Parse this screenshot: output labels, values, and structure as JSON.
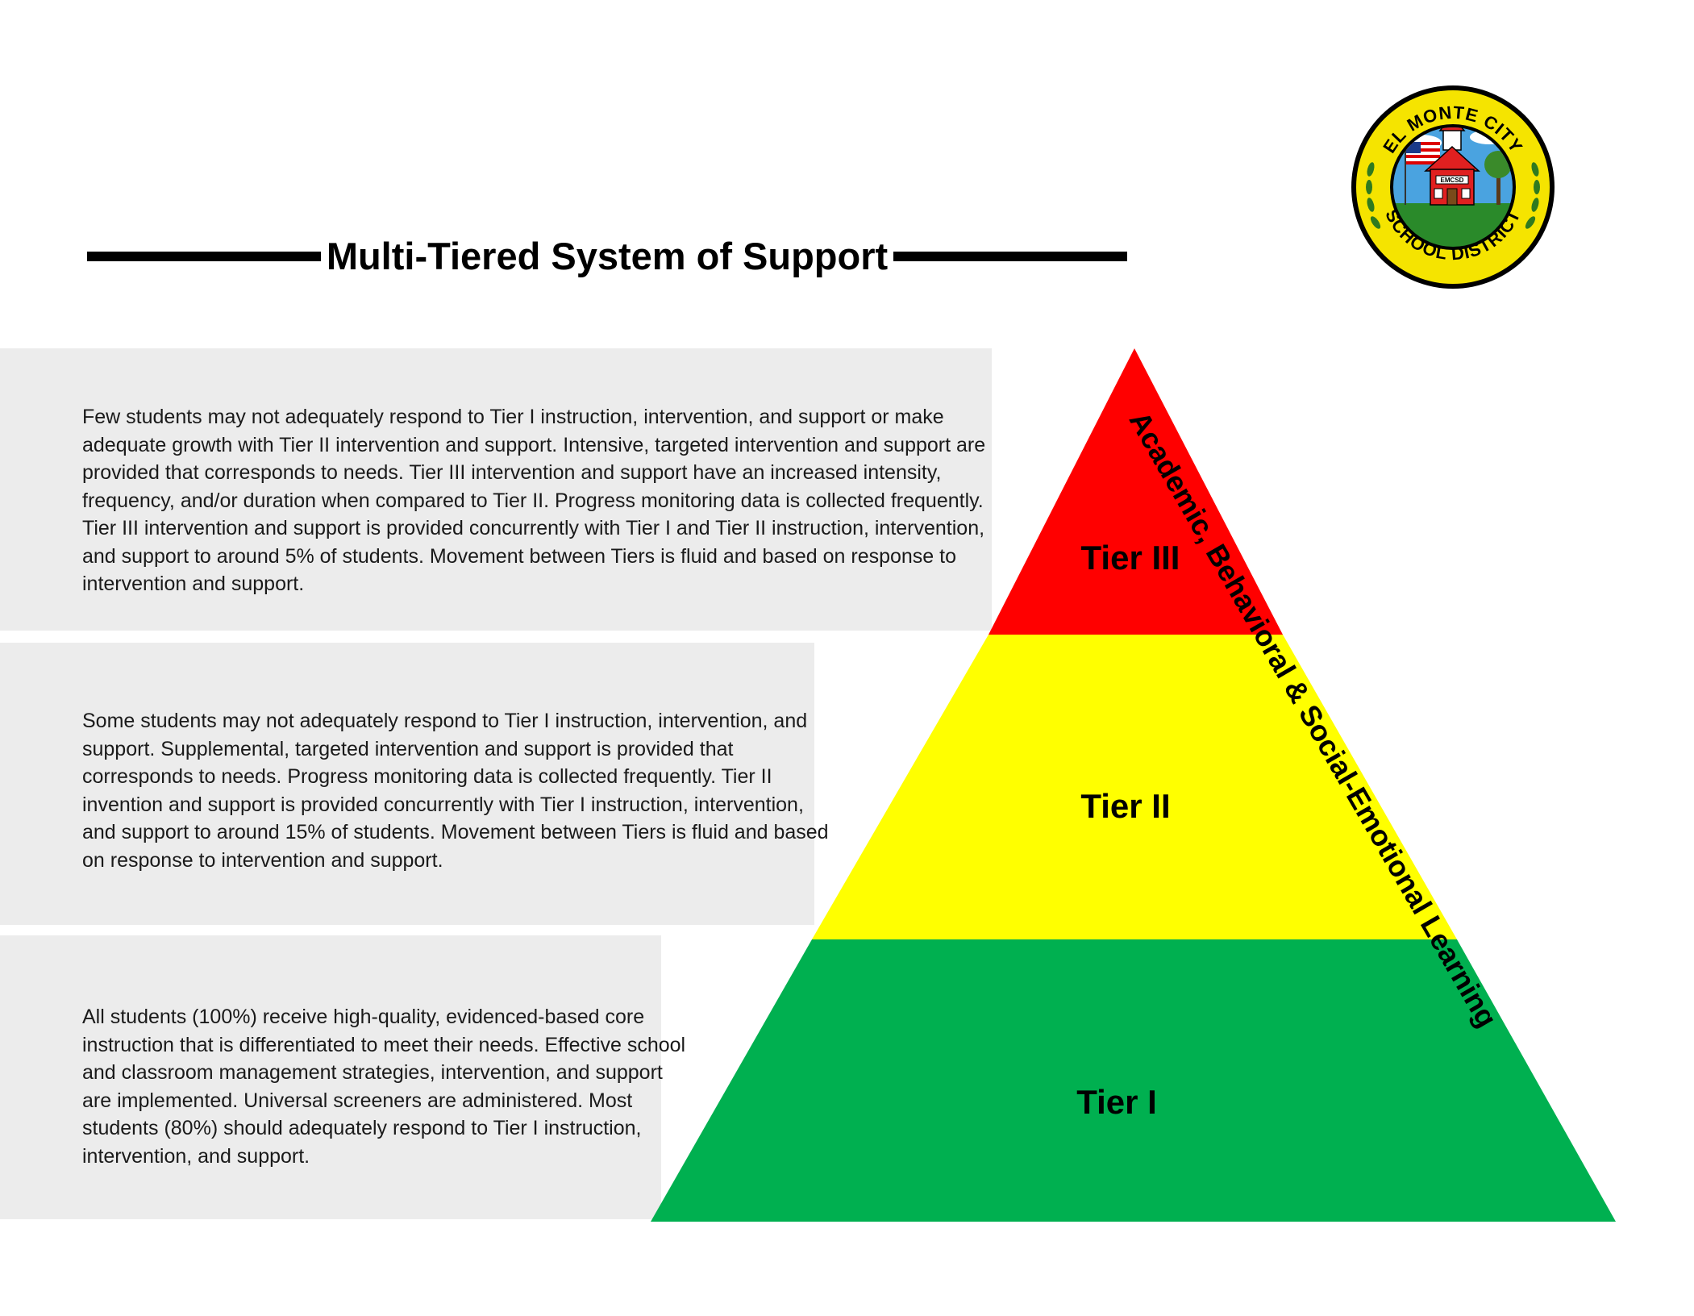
{
  "title": "Multi-Tiered System of Support",
  "side_label": "Academic, Behavioral & Social-Emotional Learning",
  "seal": {
    "top_text": "EL MONTE CITY",
    "bottom_text": "SCHOOL DISTRICT",
    "building_sign": "EMCSD",
    "icon": "school-district-seal-icon"
  },
  "tiers": [
    {
      "label": "Tier III",
      "color": "#ff0000",
      "description": "Few students may not adequately respond to Tier I instruction, intervention, and support or make adequate growth with Tier II intervention and support. Intensive, targeted intervention and support are provided that corresponds to needs. Tier III intervention and support have an increased intensity, frequency, and/or duration when compared to Tier II. Progress monitoring data is collected frequently. Tier III intervention and support is provided concurrently with Tier I and Tier II instruction, intervention, and support to around 5% of students. Movement between Tiers is fluid and based on response to intervention and support."
    },
    {
      "label": "Tier II",
      "color": "#ffff00",
      "description": "Some students may not adequately respond to Tier I instruction, intervention, and support. Supplemental, targeted intervention and support is provided that corresponds to needs. Progress monitoring data is collected frequently. Tier II invention and support is provided concurrently with Tier I instruction, intervention, and support to around 15% of students. Movement between Tiers is fluid and based on response to intervention and support."
    },
    {
      "label": "Tier I",
      "color": "#00b050",
      "description": "All students (100%) receive high-quality, evidenced-based core instruction that is differentiated to meet their needs. Effective school and classroom management strategies, intervention, and support are implemented. Universal screeners are administered. Most students (80%) should adequately respond to Tier I instruction, intervention, and support."
    }
  ],
  "colors": {
    "band_background": "#ececec",
    "title_rule": "#000000",
    "seal_ring_outer": "#000000",
    "seal_ring_gold": "#f5e400",
    "seal_sky": "#4aa3e0",
    "seal_ground": "#2a8a2a",
    "seal_school": "#e02020"
  }
}
